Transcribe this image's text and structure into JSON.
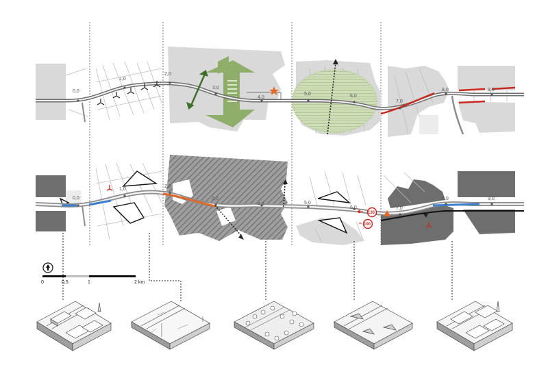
{
  "top_map": {
    "km_labels": [
      "0,0",
      "1,0",
      "2,0",
      "3,0",
      "4,0",
      "5,0",
      "6,0",
      "7,0",
      "8,0",
      "9,0"
    ]
  },
  "bottom_map": {
    "km_labels": [
      "0,0",
      "1,0",
      "2,0",
      "3,0",
      "4,0",
      "5,0",
      "6,0",
      "7,0",
      "8,0",
      "9,0"
    ],
    "speed_limits": [
      "130",
      "100"
    ]
  },
  "scale_bar": {
    "north_symbol": "north-arrow-icon",
    "labels": [
      "0",
      "0,5",
      "1",
      "2 km"
    ]
  },
  "axonometric_blocks": [
    "block-urban-left",
    "block-fields",
    "block-forest",
    "block-open-land",
    "block-urban-right"
  ],
  "colors": {
    "road": "#8c8c8c",
    "built_area": "#d9d9d9",
    "dark_built": "#6e6e6e",
    "green_feature": "#8fae6a",
    "highlight_red": "#c8281e",
    "highlight_orange": "#e0692a",
    "highlight_blue": "#3d7fd1"
  }
}
